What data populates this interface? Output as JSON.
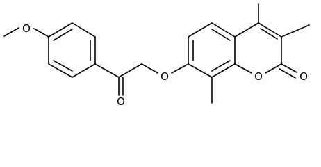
{
  "structure": {
    "atoms": {
      "methoxy_o": "O",
      "ketone_o": "O",
      "ether_o": "O",
      "ring_o": "O",
      "lactone_o": "O"
    }
  }
}
